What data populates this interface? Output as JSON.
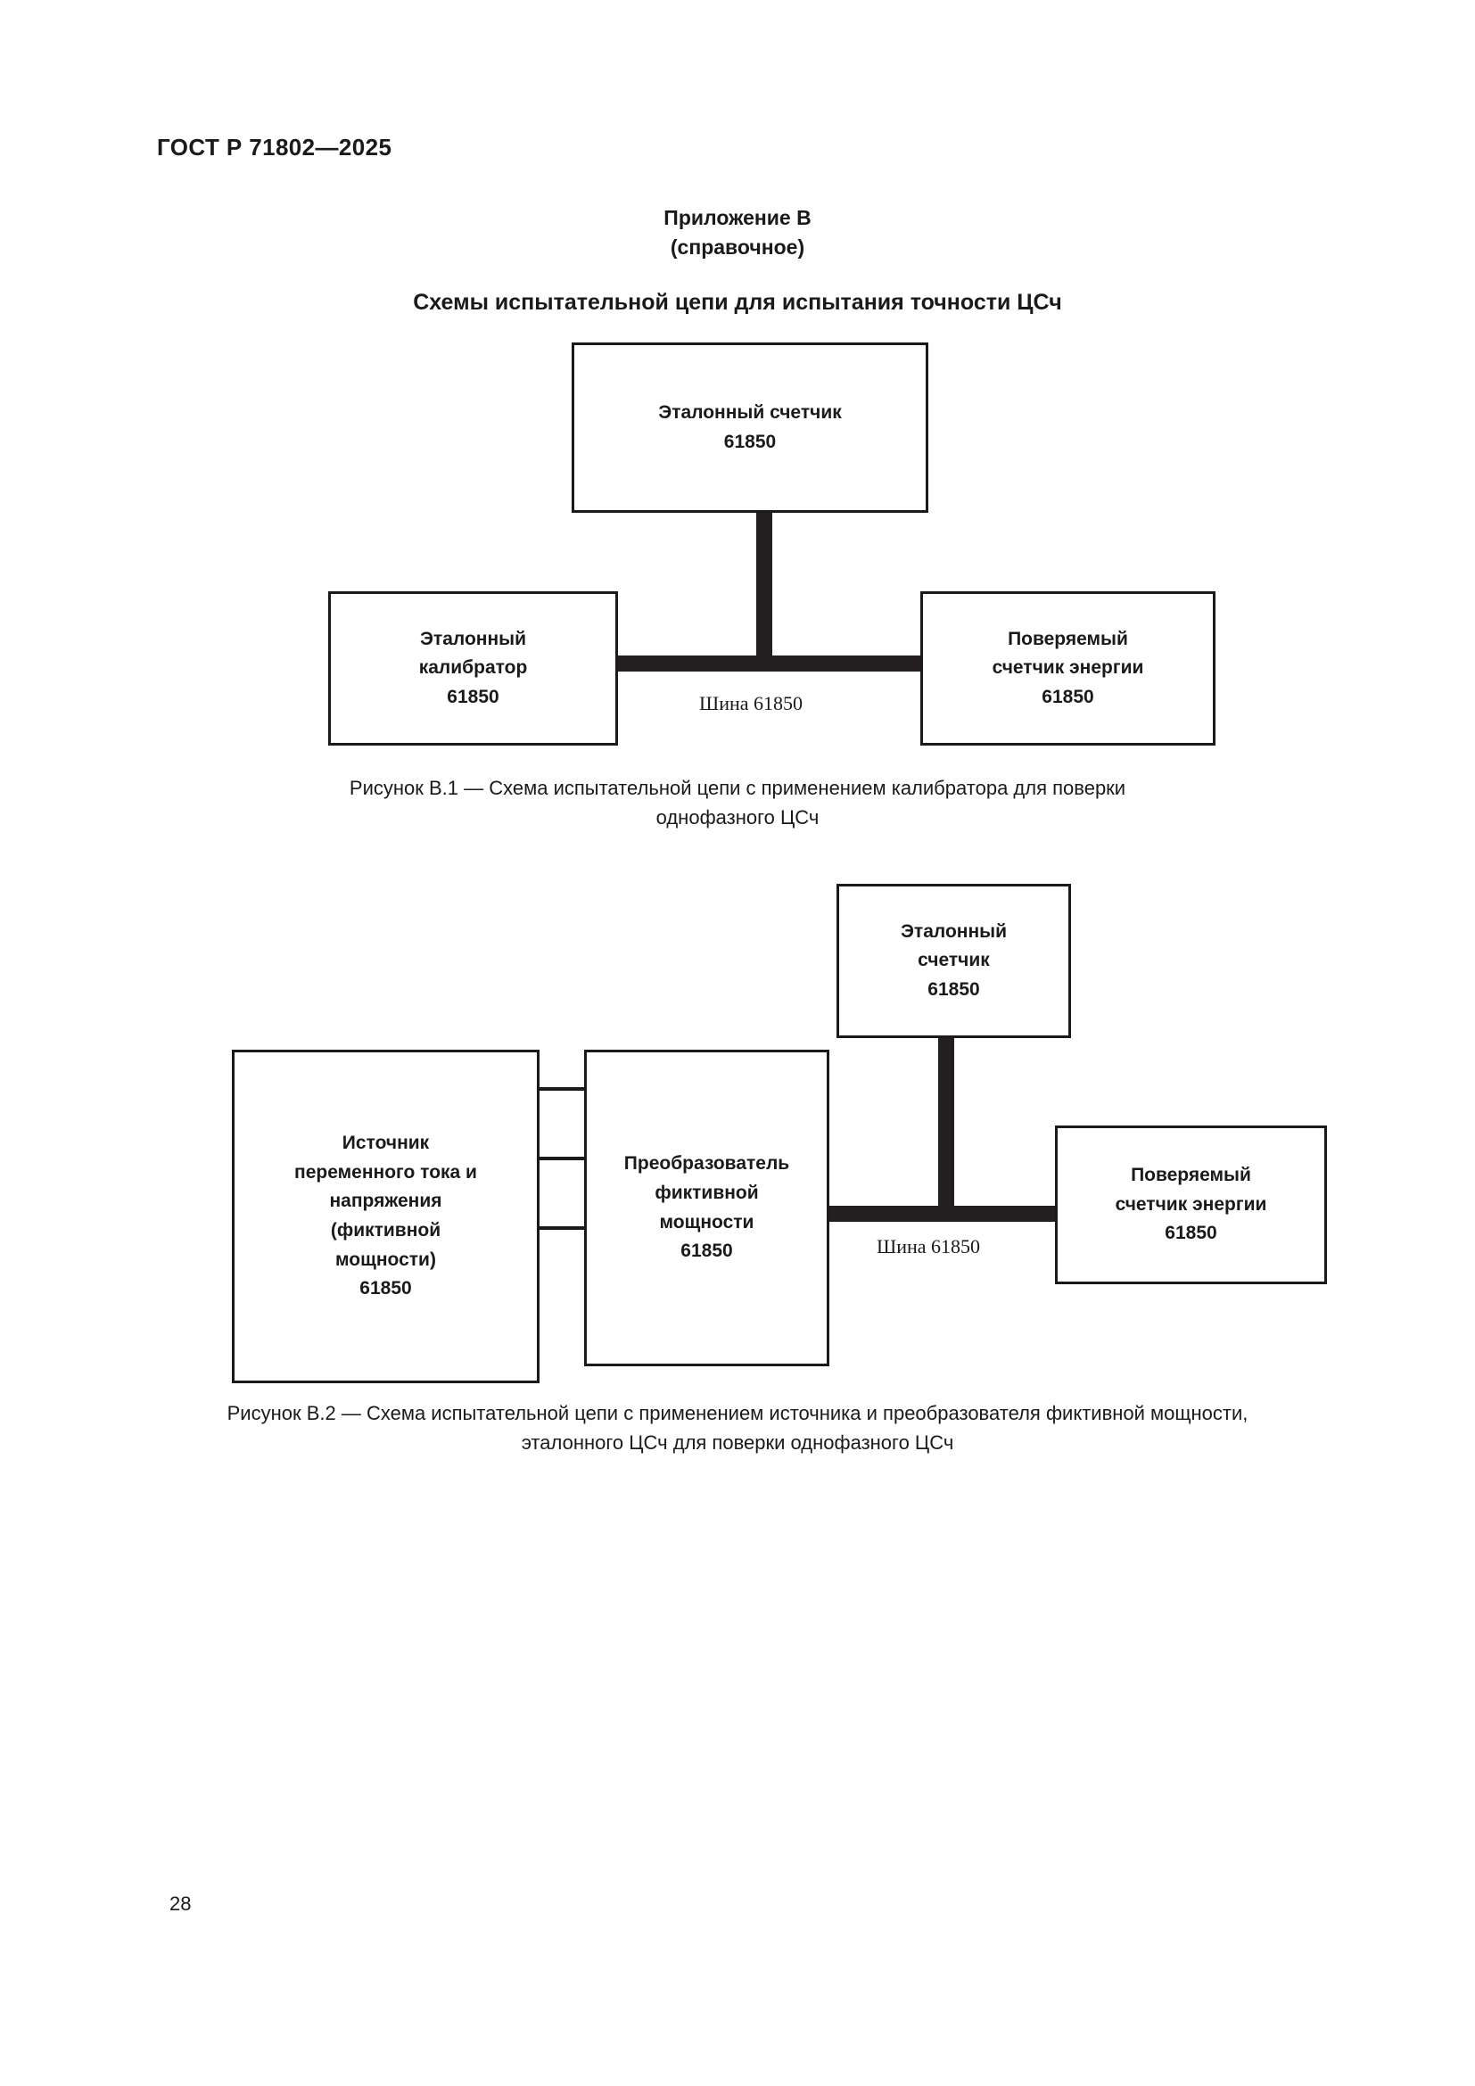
{
  "document": {
    "header": "ГОСТ Р 71802—2025",
    "page_number": "28"
  },
  "annex": {
    "title": "Приложение В",
    "subtitle": "(справочное)",
    "section_title": "Схемы испытательной цепи для испытания точности ЦСч"
  },
  "figure1": {
    "boxes": {
      "reference_meter": {
        "label": "Эталонный счетчик",
        "number": "61850"
      },
      "reference_calibrator": {
        "label_line1": "Эталонный",
        "label_line2": "калибратор",
        "number": "61850"
      },
      "meter_under_test": {
        "label_line1": "Поверяемый",
        "label_line2": "счетчик энергии",
        "number": "61850"
      }
    },
    "bus_label": "Шина 61850",
    "caption_line1": "Рисунок В.1 — Схема испытательной цепи с применением калибратора для поверки",
    "caption_line2": "однофазного ЦСч"
  },
  "figure2": {
    "boxes": {
      "reference_meter": {
        "label_line1": "Эталонный",
        "label_line2": "счетчик",
        "number": "61850"
      },
      "source": {
        "label_line1": "Источник",
        "label_line2": "переменного тока и",
        "label_line3": "напряжения",
        "label_line4": "(фиктивной",
        "label_line5": "мощности)",
        "number": "61850"
      },
      "converter": {
        "label_line1": "Преобразователь",
        "label_line2": "фиктивной",
        "label_line3": "мощности",
        "number": "61850"
      },
      "meter_under_test": {
        "label_line1": "Поверяемый",
        "label_line2": "счетчик энергии",
        "number": "61850"
      }
    },
    "bus_label": "Шина 61850",
    "caption_line1": "Рисунок В.2 — Схема испытательной цепи с применением источника и преобразователя фиктивной мощности,",
    "caption_line2": "эталонного ЦСч для поверки однофазного ЦСч"
  },
  "colors": {
    "ink": "#1a1a1a",
    "bus": "#231f20",
    "paper": "#ffffff"
  }
}
